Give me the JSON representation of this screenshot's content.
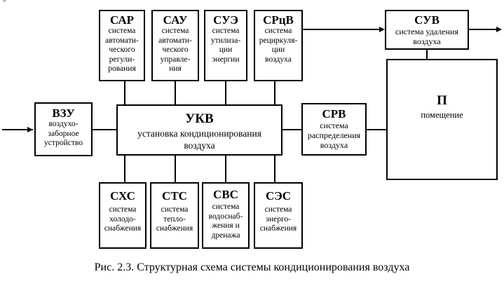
{
  "fragment": "у",
  "blocks": {
    "sar": {
      "abbr": "САР",
      "lines": [
        "система",
        "автомати-",
        "ческого",
        "регули-",
        "рования"
      ]
    },
    "sau": {
      "abbr": "САУ",
      "lines": [
        "система",
        "автомати-",
        "ческого",
        "управле-",
        "ния"
      ]
    },
    "sue": {
      "abbr": "СУЭ",
      "lines": [
        "система",
        "утилиза-",
        "ции",
        "энергии"
      ]
    },
    "srcv": {
      "abbr": "СРцВ",
      "lines": [
        "система",
        "рециркуля-",
        "ции",
        "воздуха"
      ]
    },
    "suv": {
      "abbr": "СУВ",
      "lines": [
        "система удаления",
        "воздуха"
      ]
    },
    "vzu": {
      "abbr": "ВЗУ",
      "lines": [
        "воздухо-",
        "заборное",
        "устройство"
      ]
    },
    "ukv": {
      "abbr": "УКВ",
      "lines": [
        "установка кондиционирования",
        "воздуха"
      ]
    },
    "srv": {
      "abbr": "СРВ",
      "lines": [
        "система",
        "распределения",
        "воздуха"
      ]
    },
    "p": {
      "abbr": "П",
      "lines": [
        "помещение"
      ]
    },
    "shs": {
      "abbr": "СХС",
      "lines": [
        "система",
        "холодо-",
        "снабжения"
      ]
    },
    "sts": {
      "abbr": "СТС",
      "lines": [
        "система",
        "тепло-",
        "снабжения"
      ]
    },
    "svs": {
      "abbr": "СВС",
      "lines": [
        "система",
        "водоснаб-",
        "жения и",
        "дренажа"
      ]
    },
    "ses": {
      "abbr": "СЭС",
      "lines": [
        "система",
        "энерго-",
        "снабжения"
      ]
    }
  },
  "caption": "Рис. 2.3. Структурная схема системы кондиционирования воздуха"
}
